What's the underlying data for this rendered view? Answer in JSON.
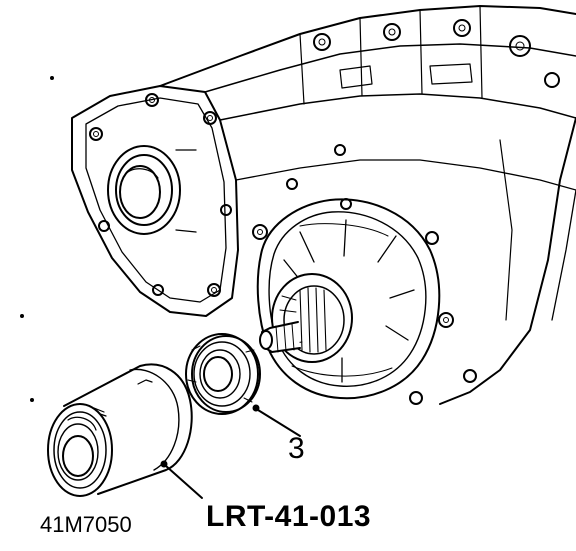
{
  "figure": {
    "figure_code": "41M7050",
    "tool_number": "LRT-41-013",
    "callout_number": "3"
  },
  "colors": {
    "line": "#000000",
    "background": "#ffffff"
  },
  "parts": [
    "transfer-case-housing",
    "output-shaft",
    "oil-seal",
    "seal-installer-tool"
  ]
}
